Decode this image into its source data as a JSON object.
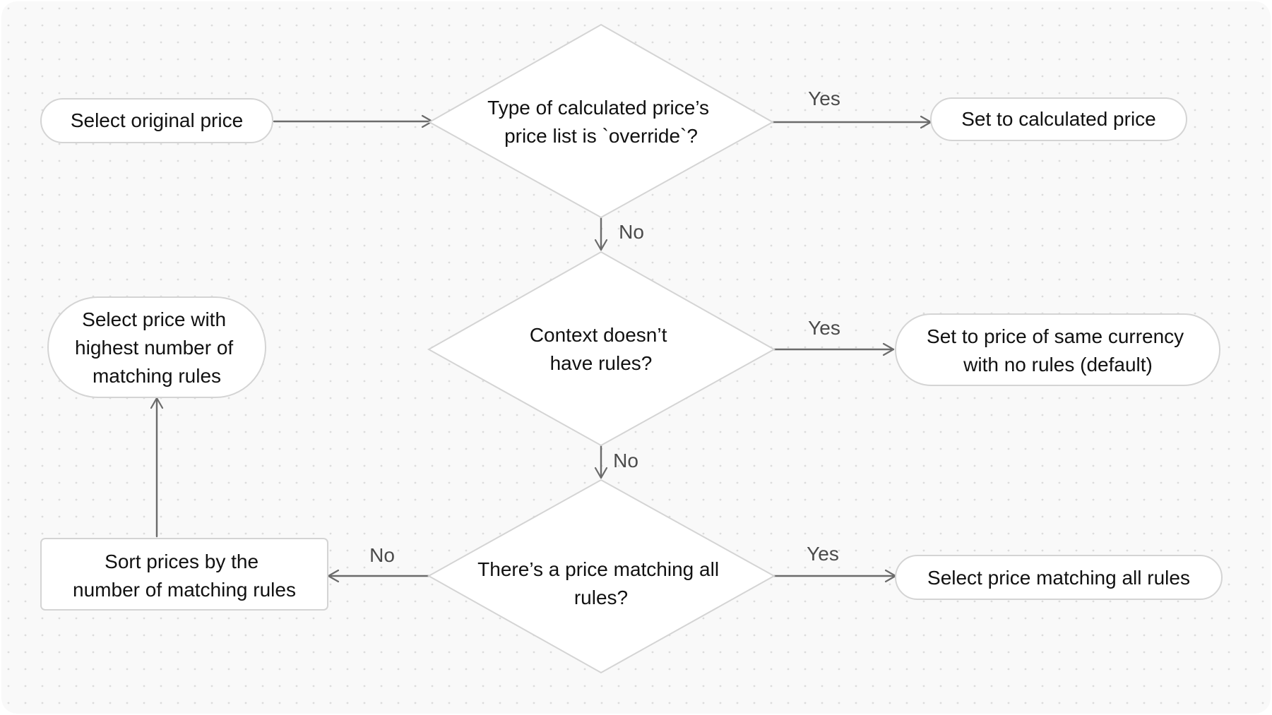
{
  "nodes": {
    "select_original": [
      "Select original price"
    ],
    "decision_override": [
      "Type of calculated price’s",
      "price list is `override`?"
    ],
    "set_calculated": [
      "Set to calculated price"
    ],
    "decision_context": [
      "Context doesn’t",
      "have rules?"
    ],
    "set_default": [
      "Set to price of same currency",
      "with no rules (default)"
    ],
    "select_highest": [
      "Select price with",
      "highest number of",
      "matching rules"
    ],
    "decision_all_rules": [
      "There’s a price matching all",
      "rules?"
    ],
    "select_all_rules": [
      "Select price matching all rules"
    ],
    "sort_prices": [
      "Sort prices by the",
      "number of matching rules"
    ]
  },
  "edges": {
    "yes_1": "Yes",
    "no_1": "No",
    "yes_2": "Yes",
    "no_2": "No",
    "yes_3": "Yes",
    "no_3": "No"
  },
  "colors": {
    "background": "#f9f9f9",
    "dots": "#dcdcdc",
    "shape_fill": "#ffffff",
    "shape_stroke": "#d4d4d4",
    "arrow": "#6b6b6b",
    "text": "#111111",
    "edge_label": "#4b4b4b"
  }
}
